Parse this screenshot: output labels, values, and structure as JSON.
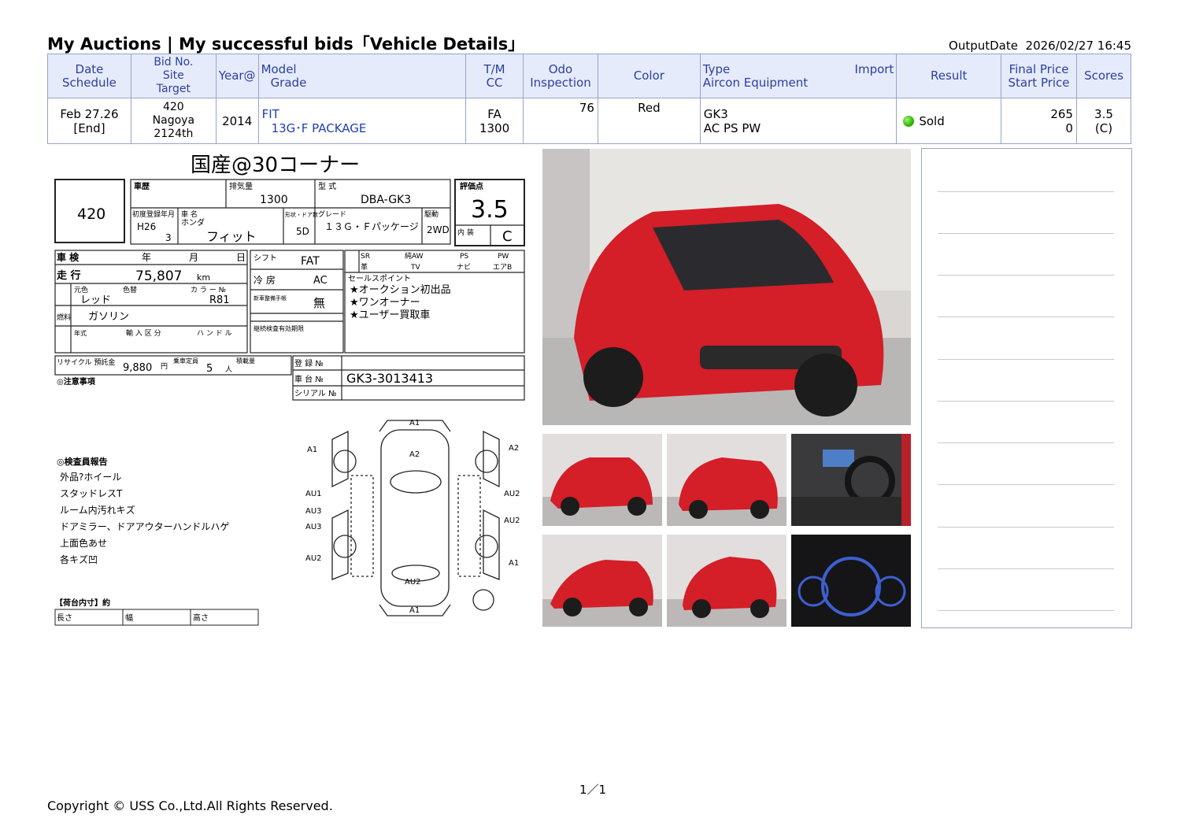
{
  "header": {
    "title": "My Auctions | My successful bids「Vehicle Details」",
    "output_date_label": "OutputDate",
    "output_date": "2026/02/27 16:45"
  },
  "table": {
    "headers": {
      "date": "Date",
      "schedule": "Schedule",
      "bid_no": "Bid No.",
      "site": "Site",
      "target": "Target",
      "year": "Year@",
      "model": "Model",
      "grade": "Grade",
      "tm": "T/M",
      "cc": "CC",
      "odo": "Odo",
      "inspection": "Inspection",
      "color": "Color",
      "type": "Type",
      "import": "Import",
      "aircon": "Aircon Equipment",
      "result": "Result",
      "final_price": "Final Price",
      "start_price": "Start Price",
      "scores": "Scores"
    },
    "row": {
      "date": "Feb 27.26",
      "schedule": "[End]",
      "bid_no": "420",
      "site": "Nagoya",
      "target": "2124th",
      "year": "2014",
      "model": "FIT",
      "grade": "13G･F PACKAGE",
      "tm": "FA",
      "cc": "1300",
      "odo": "76",
      "inspection": "",
      "color": "Red",
      "type": "GK3",
      "aircon": "AC PS PW",
      "result": "Sold",
      "final_price": "265",
      "start_price": "0",
      "score": "3.5",
      "score_sub": "(C)"
    }
  },
  "sheet": {
    "corner_title": "国産@30コーナー",
    "lot": "420",
    "displacement": "1300",
    "model_code": "DBA-GK3",
    "score": "3.5",
    "interior": "C",
    "first_reg": "H26",
    "first_reg_month": "3",
    "maker": "ホンダ",
    "car_name": "フィット",
    "doors": "5D",
    "grade": "１３Ｇ・Ｆパッケージ",
    "drive": "2WD",
    "shift": "FAT",
    "mileage": "75,807",
    "mileage_unit": "km",
    "aircon": "AC",
    "color": "レッド",
    "color_no": "R81",
    "fuel": "ガソリン",
    "manual_book": "無",
    "recycle": "9,880",
    "capacity": "5",
    "chassis_no": "GK3-3013413",
    "sales_points": [
      "★オークション初出品",
      "★ワンオーナー",
      "★ユーザー買取車"
    ],
    "inspector_report_title": "◎検査員報告",
    "inspector_report": [
      "外品?ホイール",
      "スタッドレスT",
      "ルーム内汚れキズ",
      "ドアミラー、ドアアウターハンドルハゲ",
      "上面色あせ",
      "各キズ凹"
    ],
    "labels": {
      "history": "車歴",
      "displacement": "排気量",
      "model": "型 式",
      "score": "評価点",
      "first_reg": "初度登録年月",
      "name": "車 名",
      "shape": "形状・ドア数",
      "grade": "グレード",
      "drive": "駆動",
      "interior": "内 装",
      "inspection": "車 検",
      "year": "年",
      "month": "月",
      "day": "日",
      "shift": "シフト",
      "run": "走 行",
      "cool": "冷 房",
      "color_orig": "元色",
      "color_change": "色替",
      "color_no": "カ ラ ー №",
      "fuel_label": "燃料",
      "manual": "新車整備手帳",
      "sales": "セールスポイント",
      "recycle": "リサイクル 預託金",
      "yen": "円",
      "capacity": "乗車定員",
      "person": "人",
      "load": "積載量",
      "reg_no": "登 録 №",
      "chassis": "車 台 №",
      "serial": "シリアル №",
      "notes": "◎注意事項",
      "cargo": "【荷台内寸】約",
      "len": "長さ",
      "width": "幅",
      "height": "高さ",
      "equip": [
        "SR",
        "純AW",
        "PS",
        "PW",
        "革",
        "TV",
        "ナビ",
        "エアB"
      ],
      "year_model": "年式",
      "import_class": "輸 入 区 分",
      "handle": "ハ ン ド ル",
      "inspection_valid": "継続検査有効期限"
    },
    "diagram_marks": [
      "A1",
      "A2",
      "A1",
      "A2",
      "AU1",
      "AU3",
      "AU3",
      "AU2",
      "AU2",
      "A1",
      "AU2",
      "A1",
      "AU2"
    ]
  },
  "footer": {
    "page": "1／1",
    "copyright": "Copyright © USS Co.,Ltd.All Rights Reserved."
  },
  "colors": {
    "header_bg": "#e6ebfb",
    "header_text": "#2b3fa0",
    "border": "#9aa3c8",
    "sold": "#2fb800"
  }
}
